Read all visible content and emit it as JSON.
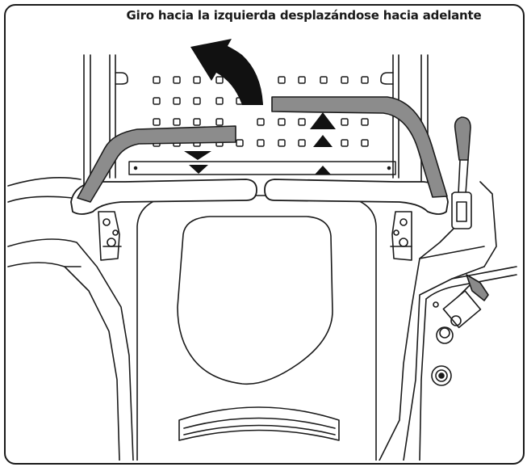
{
  "caption": "Giro hacia la izquierda desplazándose hacia adelante",
  "colors": {
    "line": "#1a1a1a",
    "lever_fill": "#8a8a8a",
    "arrow": "#111111"
  },
  "icons": [
    "curved-turn-left-arrow",
    "up-arrows",
    "down-arrows"
  ]
}
